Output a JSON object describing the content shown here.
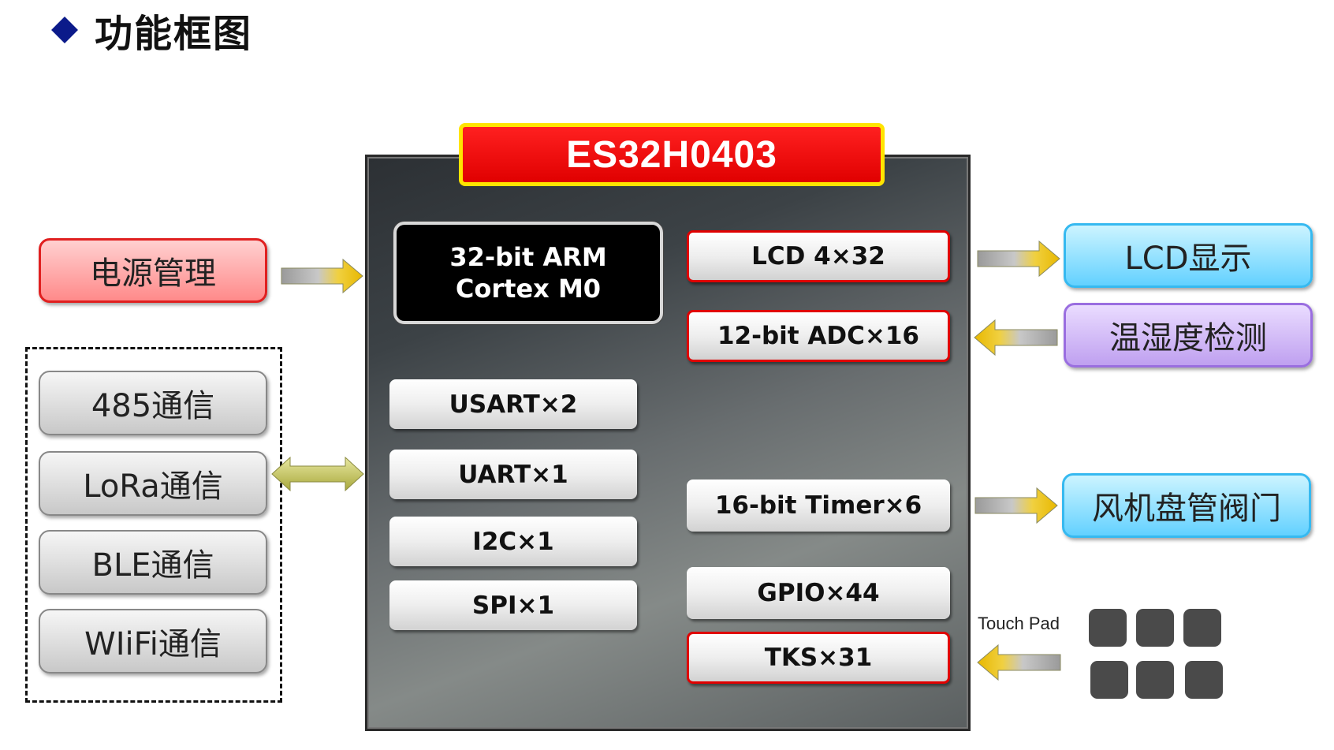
{
  "title": "功能框图",
  "chip": {
    "name": "ES32H0403",
    "cpu_line1": "32-bit ARM",
    "cpu_line2": "Cortex M0",
    "peripherals": {
      "lcd": "LCD 4×32",
      "adc": "12-bit ADC×16",
      "usart": "USART×2",
      "uart": "UART×1",
      "i2c": "I2C×1",
      "spi": "SPI×1",
      "timer": "16-bit Timer×6",
      "gpio": "GPIO×44",
      "tks": "TKS×31"
    }
  },
  "external": {
    "power": "电源管理",
    "comm": [
      "485通信",
      "LoRa通信",
      "BLE通信",
      "WIiFi通信"
    ],
    "lcd_display": "LCD显示",
    "temp_humidity": "温湿度检测",
    "fan_valve": "风机盘管阀门",
    "touch_pad": "Touch Pad"
  },
  "colors": {
    "chip_label": "#e00000",
    "chip_label_border": "#ffe400",
    "arrow_yellow": "#e8c000",
    "arrow_olive": "#b8b84a"
  }
}
